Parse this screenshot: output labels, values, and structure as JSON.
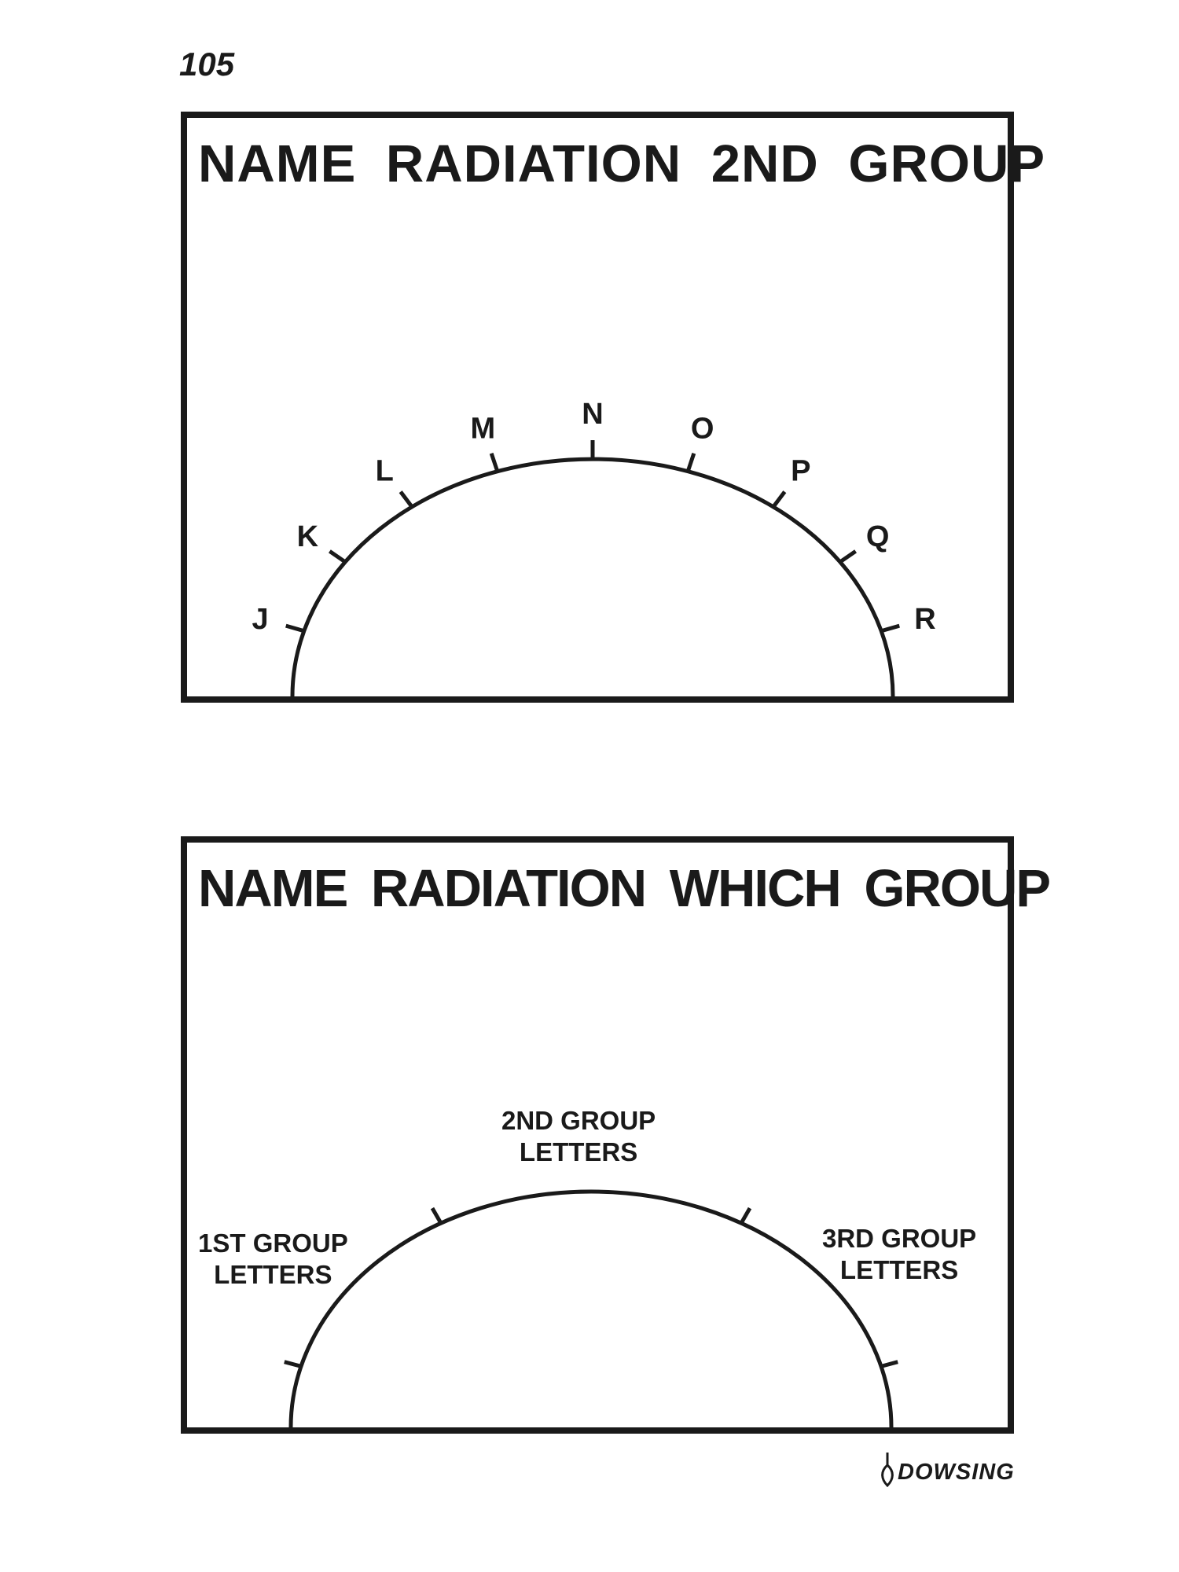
{
  "page_number": "105",
  "panel1": {
    "title": "NAME  RADIATION 2ND GROUP",
    "dial_letters": [
      "J",
      "K",
      "L",
      "M",
      "N",
      "O",
      "P",
      "Q",
      "R"
    ]
  },
  "panel2": {
    "title": "NAME  RADIATION WHICH GROUP",
    "labels": {
      "first_line1": "1ST GROUP",
      "first_line2": "LETTERS",
      "second_line1": "2ND GROUP",
      "second_line2": "LETTERS",
      "third_line1": "3RD GROUP",
      "third_line2": "LETTERS"
    }
  },
  "footer": {
    "logo_text": "DOWSING"
  }
}
